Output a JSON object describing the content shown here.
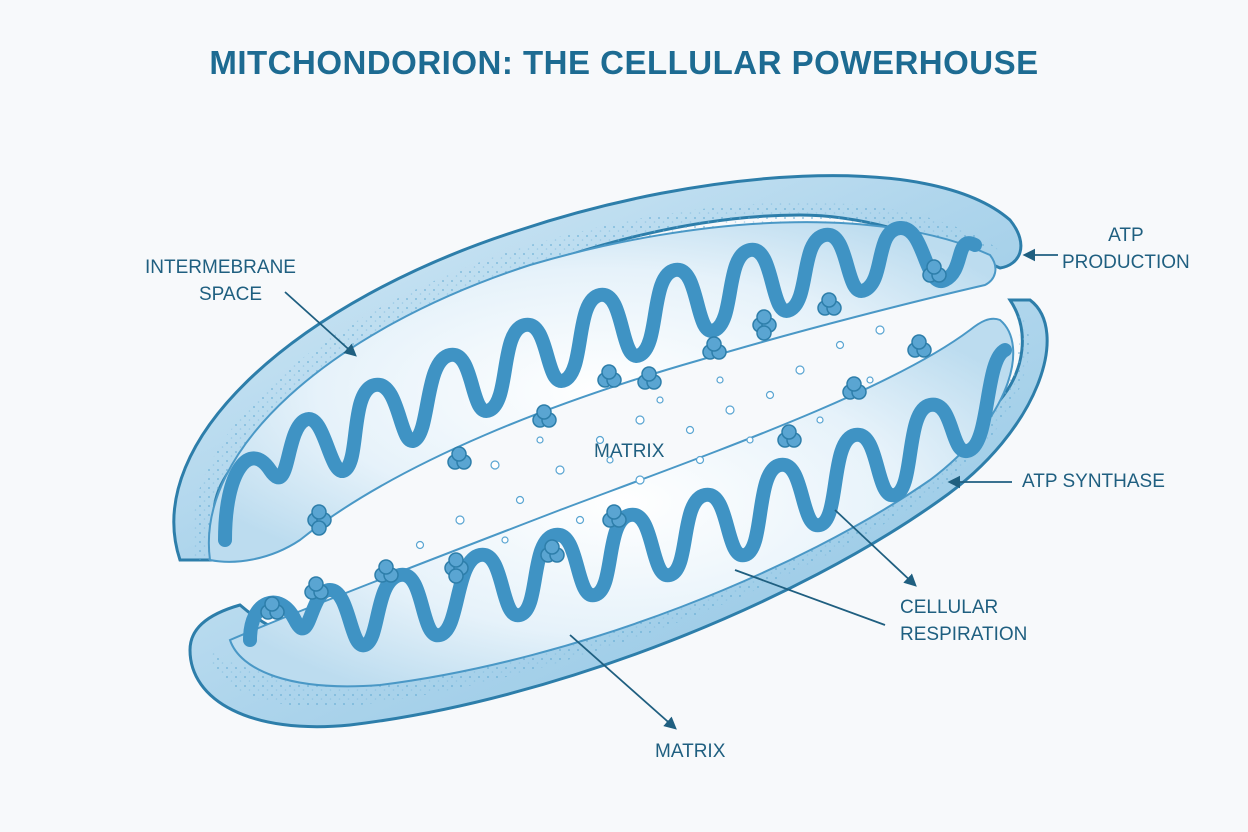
{
  "title": "MITCHONDORION: THE CELLULAR POWERHOUSE",
  "labels": {
    "intermembrane": [
      "INTERMEBRANE",
      "SPACE"
    ],
    "atp_production": [
      "ATP",
      "PRODUCTION"
    ],
    "matrix_center": "MATRIX",
    "atp_synthase": "ATP SYNTHASE",
    "cellular_respiration": [
      "CELLULAR",
      "RESPIRATION"
    ],
    "matrix_bottom": "MATRIX"
  },
  "colors": {
    "title": "#1d6b92",
    "label": "#1f5f80",
    "outer_membrane": "#9ecbe6",
    "membrane_edge": "#2d7eaa",
    "cristae": "#3f93c4",
    "matrix": "#eef6fb"
  }
}
